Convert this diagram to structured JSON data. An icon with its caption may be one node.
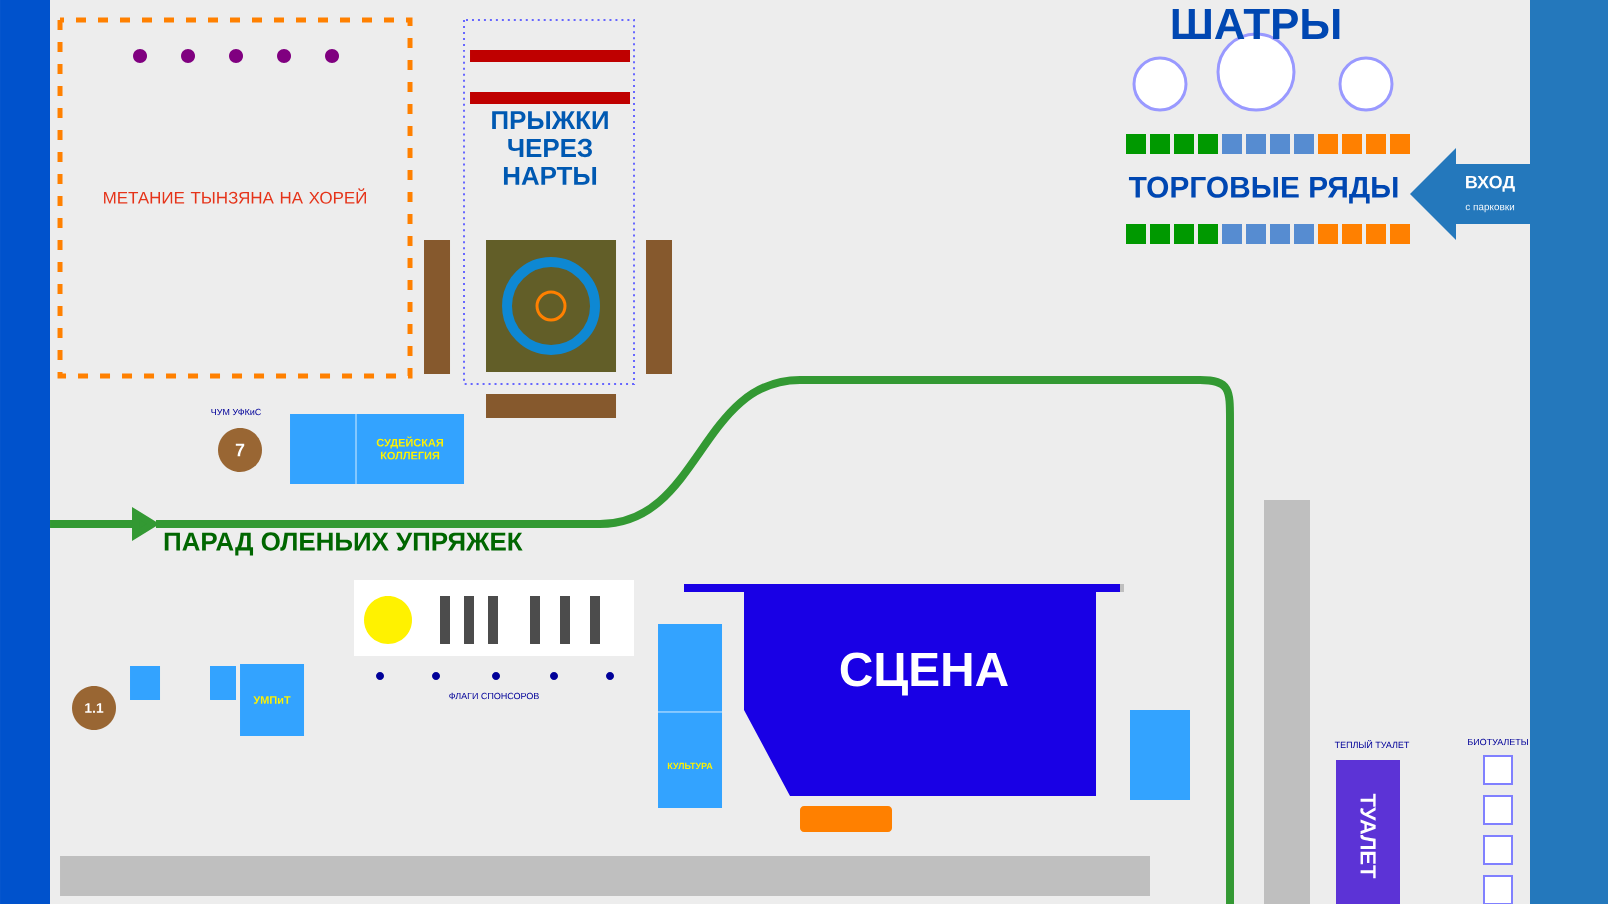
{
  "diagram": {
    "nodes": [
      {
        "text": [
          "МЕТАНИЕ ТЫНЗЯНА НА ХОРЕЙ"
        ]
      },
      {
        "text": [
          "ПРЫЖКИ ЧЕРЕЗ НАРТЫ"
        ]
      },
      {
        "text": [
          "ШАТРЫ"
        ]
      },
      {
        "text": [
          "ТОРГОВЫЕ РЯДЫ"
        ]
      },
      {
        "text": [
          "ВХОД",
          "с парковки"
        ]
      },
      {
        "text": [
          "СУДЕЙСКАЯ КОЛЛЕГИЯ"
        ]
      },
      {
        "text": [
          "УМПиТ"
        ]
      },
      {
        "text": [
          "КУЛЬТУРА"
        ]
      },
      {
        "text": [
          "СЦЕНА"
        ]
      },
      {
        "text": [
          "ТУАЛЕТ"
        ],
        "beside": [
          "ТЕПЛЫЙ ТУАЛЕТ"
        ]
      }
    ],
    "labels": [
      "ЧУМ УФКиС",
      "7",
      "ПАРАД ОЛЕНЬИХ УПРЯЖЕК",
      "1.1",
      "ФЛАГИ СПОНСОРОВ",
      "БИОТУАЛЕТЫ"
    ]
  }
}
